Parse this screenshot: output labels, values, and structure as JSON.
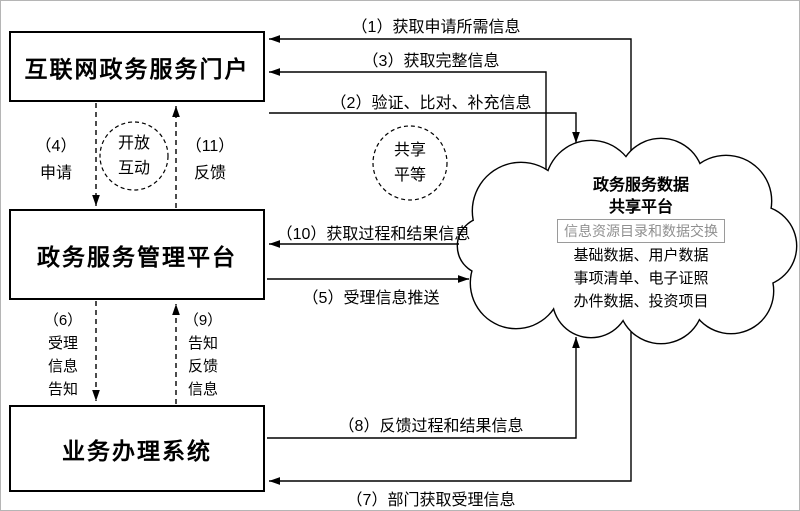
{
  "boxes": {
    "portal": "互联网政务服务门户",
    "management": "政务服务管理平台",
    "business": "业务办理系统"
  },
  "cloud": {
    "title": [
      "政务服务数据",
      "共享平台"
    ],
    "tag": "信息资源目录和数据交换",
    "items": [
      "基础数据、用户数据",
      "事项清单、电子证照",
      "办件数据、投资项目"
    ]
  },
  "circles": {
    "open": [
      "开放",
      "互动"
    ],
    "share": [
      "共享",
      "平等"
    ]
  },
  "flows": {
    "f1": "（1）获取申请所需信息",
    "f2": "（2）验证、比对、补充信息",
    "f3": "（3）获取完整信息",
    "f4": [
      "（4）",
      "申请"
    ],
    "f5": "（5）受理信息推送",
    "f6": [
      "（6）",
      "受理",
      "信息",
      "告知"
    ],
    "f7": "（7）部门获取受理信息",
    "f8": "（8）反馈过程和结果信息",
    "f9": [
      "（9）",
      "告知",
      "反馈",
      "信息"
    ],
    "f10": "（10）获取过程和结果信息",
    "f11": [
      "（11）",
      "反馈"
    ]
  },
  "colors": {
    "line": "#000000",
    "box_border": "#000000",
    "tag_text": "#8f8f8f",
    "tag_border": "#9a9a9a",
    "background": "#ffffff"
  }
}
